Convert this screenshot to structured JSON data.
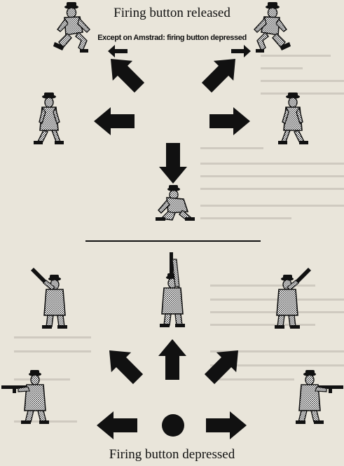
{
  "top_caption": "Firing button released",
  "amstrad_note": "Except on Amstrad: firing button depressed",
  "bottom_caption": "Firing button depressed",
  "sections": [
    {
      "name": "firing-button-released",
      "actions": [
        "jump-left",
        "jump-right",
        "walk-left",
        "walk-right",
        "crouch"
      ]
    },
    {
      "name": "firing-button-depressed",
      "actions": [
        "fire-up",
        "fire-up-left",
        "fire-up-right",
        "fire-left",
        "fire-right"
      ]
    }
  ],
  "colors": {
    "background": "#e9e5da",
    "ink": "#111111",
    "stipple": "#8a8a8a"
  }
}
